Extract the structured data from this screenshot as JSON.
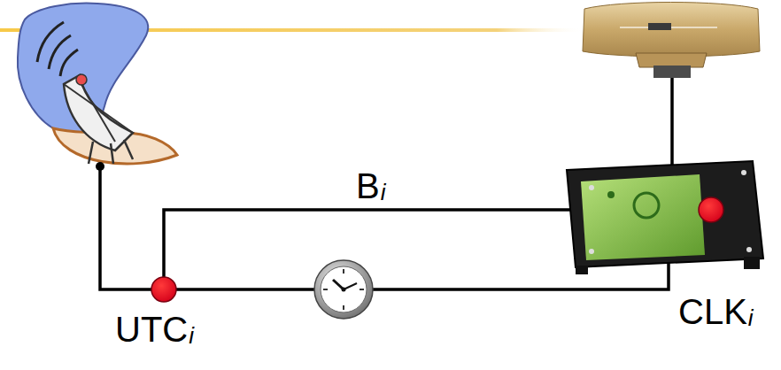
{
  "diagram": {
    "labels": [
      "B",
      "i",
      "UTC",
      "i",
      "CLK",
      "i"
    ]
  }
}
